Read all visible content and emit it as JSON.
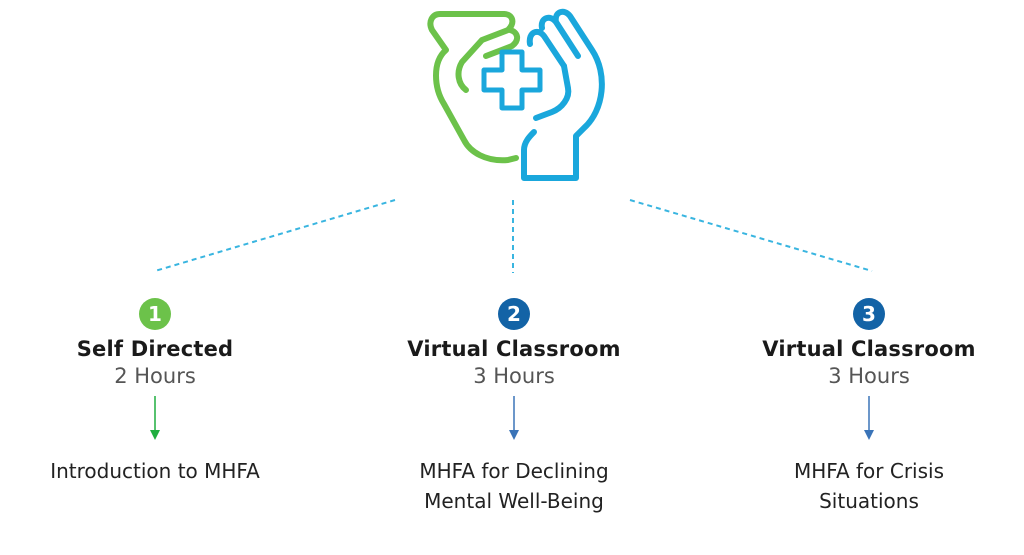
{
  "colors": {
    "green": "#6cc24a",
    "blue": "#1aa7dc",
    "navy": "#1363a6",
    "dash": "#39b5e0",
    "arrow_green": "#1fae3f",
    "arrow_blue": "#3a74b8"
  },
  "icon": "hands-holding-cross-icon",
  "steps": [
    {
      "number": "1",
      "mode": "Self Directed",
      "hours": "2 Hours",
      "title": "Introduction to MHFA",
      "badge_color": "#6cc24a",
      "arrow_color": "#1fae3f"
    },
    {
      "number": "2",
      "mode": "Virtual Classroom",
      "hours": "3 Hours",
      "title": "MHFA for Declining\nMental Well-Being",
      "badge_color": "#1363a6",
      "arrow_color": "#3a74b8"
    },
    {
      "number": "3",
      "mode": "Virtual Classroom",
      "hours": "3 Hours",
      "title": "MHFA for Crisis\nSituations",
      "badge_color": "#1363a6",
      "arrow_color": "#3a74b8"
    }
  ]
}
